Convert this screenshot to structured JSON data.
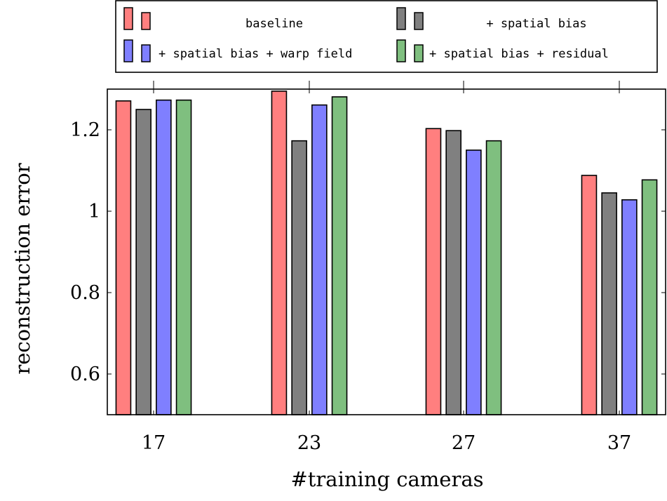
{
  "chart_data": {
    "type": "bar",
    "title": "",
    "xlabel": "#training cameras",
    "ylabel": "reconstruction error",
    "categories": [
      "17",
      "23",
      "27",
      "37"
    ],
    "ylim": [
      0.5,
      1.3
    ],
    "yticks": [
      0.6,
      0.8,
      1,
      1.2
    ],
    "ytick_labels": [
      "0.6",
      "0.8",
      "1",
      "1.2"
    ],
    "grid": false,
    "legend_position": "top",
    "series": [
      {
        "name": "baseline",
        "color": "#ff7f7f",
        "values": [
          1.271,
          1.295,
          1.203,
          1.088
        ]
      },
      {
        "name": "+ spatial bias",
        "color": "#808080",
        "values": [
          1.25,
          1.173,
          1.198,
          1.045
        ]
      },
      {
        "name": "+ spatial bias + warp field",
        "color": "#7f7fff",
        "values": [
          1.273,
          1.261,
          1.15,
          1.028
        ]
      },
      {
        "name": "+ spatial bias + residual",
        "color": "#7fbf7f",
        "values": [
          1.273,
          1.281,
          1.173,
          1.077
        ]
      }
    ]
  }
}
